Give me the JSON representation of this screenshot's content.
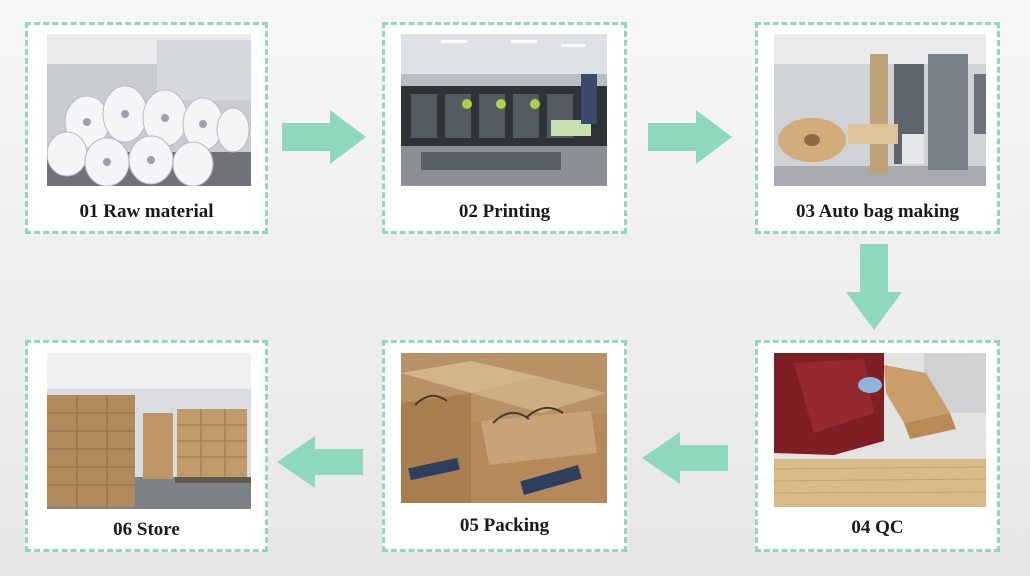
{
  "steps": [
    {
      "id": "raw-material",
      "label": "01 Raw material"
    },
    {
      "id": "printing",
      "label": "02 Printing"
    },
    {
      "id": "auto-bag-making",
      "label": "03 Auto bag making"
    },
    {
      "id": "qc",
      "label": "04 QC"
    },
    {
      "id": "packing",
      "label": "05 Packing"
    },
    {
      "id": "store",
      "label": "06 Store"
    }
  ],
  "colors": {
    "border": "#8ed9bb",
    "arrow": "#8ed9bb",
    "label_text": "#1a1a1a"
  },
  "icons": {
    "arrow_right": "arrow-right-icon",
    "arrow_down": "arrow-down-icon",
    "arrow_left": "arrow-left-icon"
  }
}
